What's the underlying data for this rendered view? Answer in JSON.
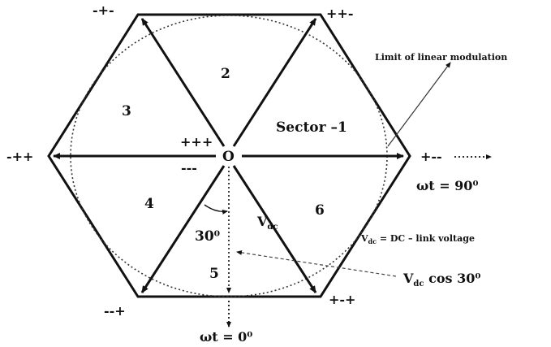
{
  "vectors": {
    "top_left": "-+-",
    "top_right": "++-",
    "left": "-++",
    "right": "+--",
    "bottom_left": "--+",
    "bottom_right": "+-+",
    "zero_upper": "+++",
    "zero_lower": "---",
    "origin": "O"
  },
  "sectors": {
    "s1": "Sector –1",
    "s2": "2",
    "s3": "3",
    "s4": "4",
    "s5": "5",
    "s6": "6"
  },
  "annotations": {
    "limit": "Limit of linear modulation",
    "angle": "30⁰",
    "vdc_main": "V",
    "vdc_sub": "dc",
    "vdc_note_main": "V",
    "vdc_note_sub": "dc",
    "vdc_note_rest": " = DC – link voltage",
    "cos_main": "V",
    "cos_sub": "dc",
    "cos_rest": " cos 30⁰",
    "wt90": "ωt = 90⁰",
    "wt0": "ωt = 0⁰"
  },
  "colors": {
    "ink": "#111111",
    "background": "#ffffff"
  }
}
